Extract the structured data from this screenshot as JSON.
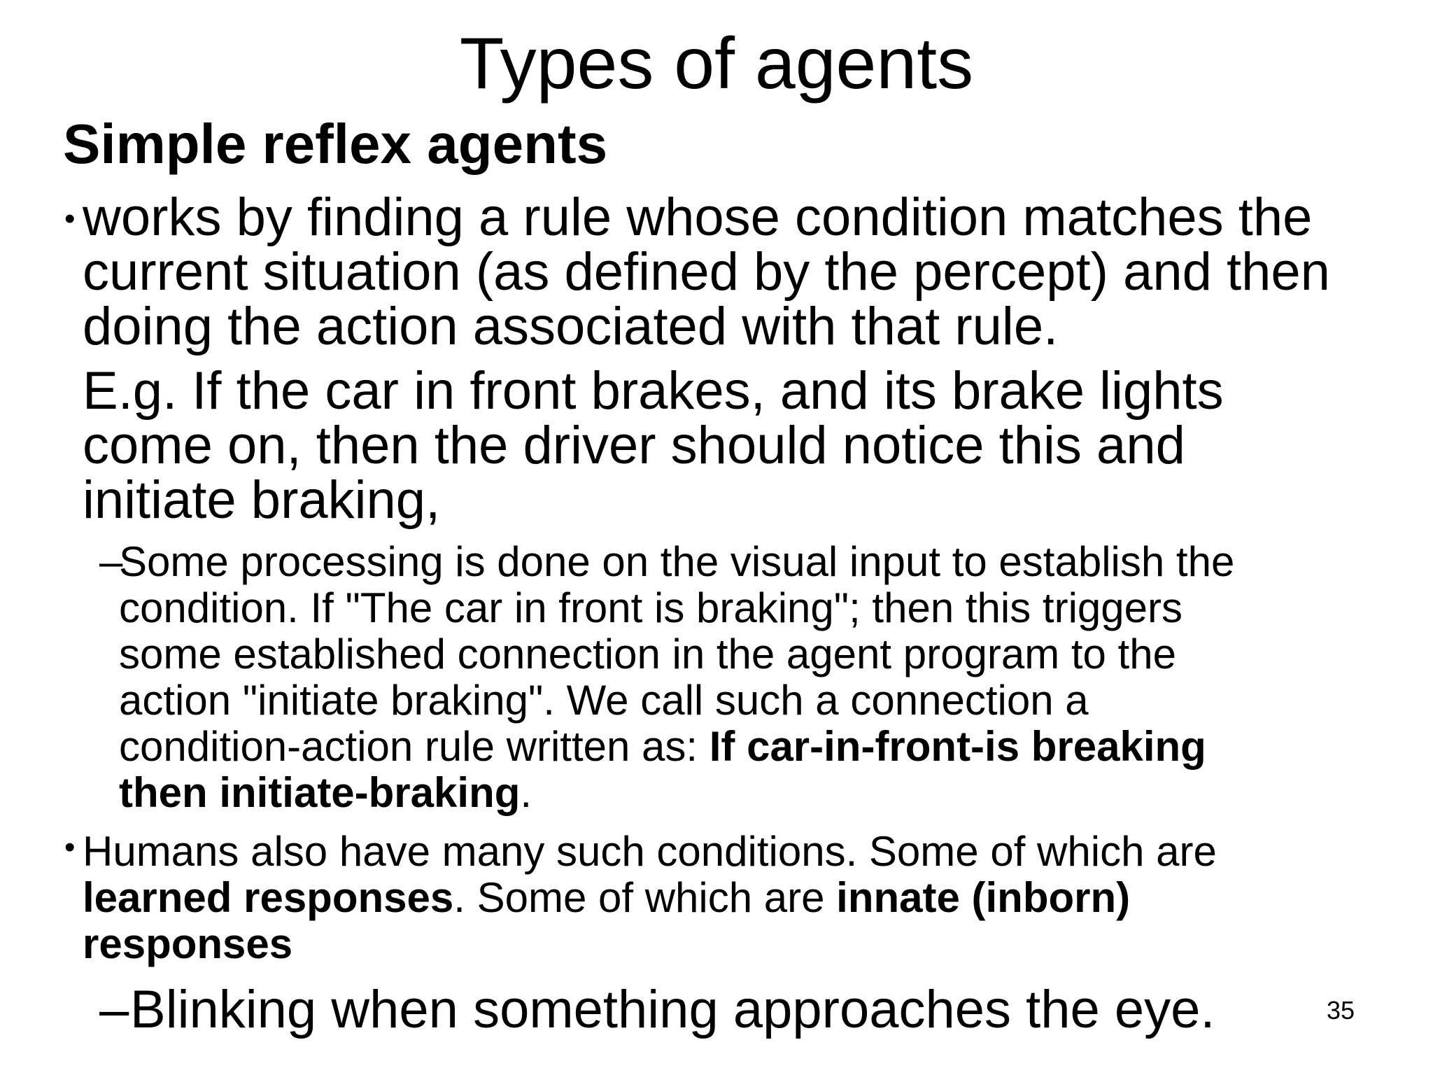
{
  "slide": {
    "title": "Types of agents",
    "heading": "Simple reflex agents",
    "bullet1": {
      "marker": "•",
      "lines": [
        "works by finding a rule whose condition matches the",
        "current situation (as defined by the percept) and then",
        "doing the action associated with that rule."
      ]
    },
    "example": {
      "lines": [
        "E.g. If the car in front brakes, and its brake lights",
        "come on, then the driver should notice this and",
        "initiate braking,"
      ]
    },
    "sub1": {
      "marker": "–",
      "lines": [
        "Some processing is done on the visual input to establish the",
        "condition.  If \"The car in front is braking\"; then this triggers",
        "some established connection in the agent program to the",
        "action \"initiate braking\".  We call such a connection a"
      ],
      "line5_prefix": "condition-action rule written as: ",
      "line5_bold": "If  car-in-front-is breaking",
      "line6_bold": "then initiate-braking",
      "line6_suffix": "."
    },
    "bullet2": {
      "marker": "•",
      "line1": "Humans also have many such conditions. Some of which are",
      "line2_bold1": "learned responses",
      "line2_mid": ". Some of which are ",
      "line2_bold2": "innate (inborn)",
      "line3_bold": "responses"
    },
    "sub2": {
      "marker": "–",
      "text": "Blinking when something approaches the eye."
    },
    "page_number": "35"
  }
}
